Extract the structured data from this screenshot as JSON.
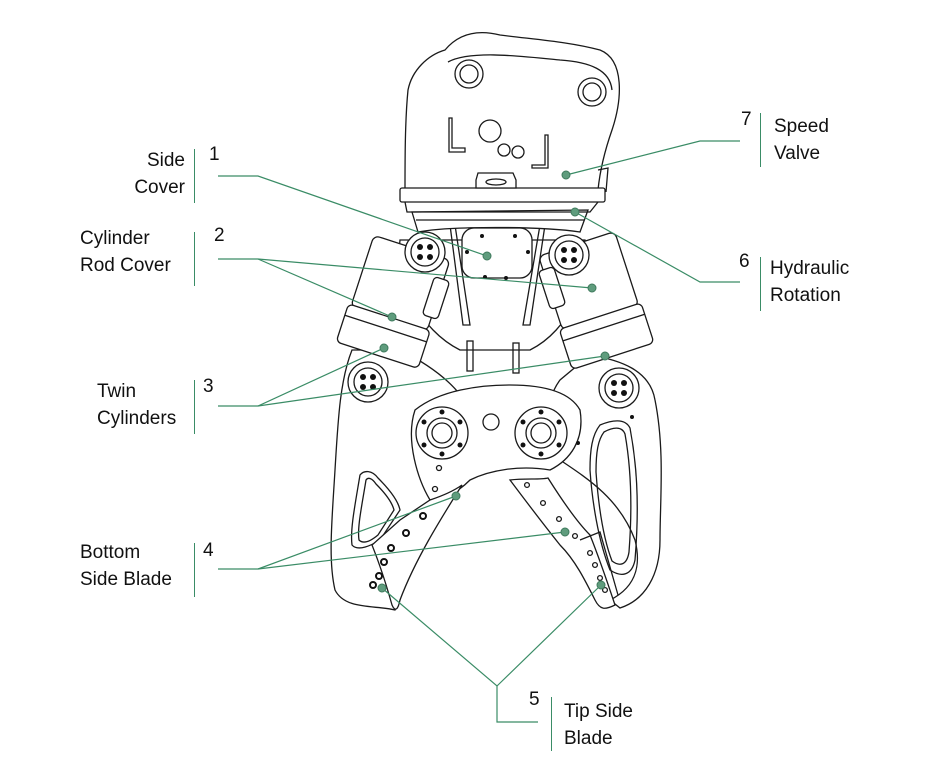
{
  "diagram": {
    "subject": "Hydraulic demolition shear",
    "callout_color": "#3a8c66",
    "marker_color": "#5f9c7d",
    "labels": [
      {
        "id": 1,
        "number": "1",
        "lines": [
          "Side",
          "Cover"
        ]
      },
      {
        "id": 2,
        "number": "2",
        "lines": [
          "Cylinder",
          "Rod Cover"
        ]
      },
      {
        "id": 3,
        "number": "3",
        "lines": [
          "Twin",
          "Cylinders"
        ]
      },
      {
        "id": 4,
        "number": "4",
        "lines": [
          "Bottom",
          "Side Blade"
        ]
      },
      {
        "id": 5,
        "number": "5",
        "lines": [
          "Tip Side",
          "Blade"
        ]
      },
      {
        "id": 6,
        "number": "6",
        "lines": [
          "Hydraulic",
          "Rotation"
        ]
      },
      {
        "id": 7,
        "number": "7",
        "lines": [
          "Speed",
          "Valve"
        ]
      }
    ]
  }
}
